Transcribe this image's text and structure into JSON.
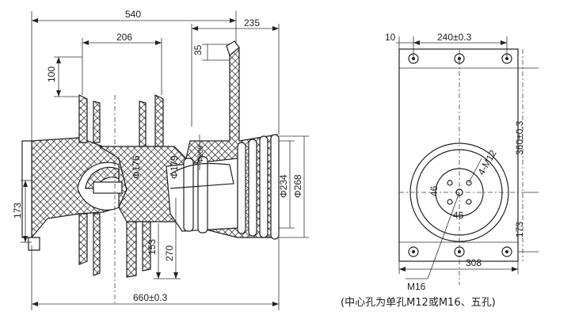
{
  "left_view": {
    "dims": {
      "total_length_top": "540",
      "right_offset": "235",
      "inner_width": "206",
      "top_height": "35",
      "flange_height": "100",
      "dia_176": "Φ176",
      "dia_179": "Φ179",
      "dia_209": "Φ209",
      "dia_234": "Φ234",
      "dia_268": "Φ268",
      "left_height": "173",
      "bottom_153": "153",
      "bottom_270": "270",
      "total_length_bottom": "660±0.3"
    }
  },
  "right_view": {
    "dims": {
      "edge_10": "10",
      "hole_spacing": "240±0.3",
      "height_360": "360±0.3",
      "height_173": "173",
      "width_308": "308",
      "holes_label": "4-M12",
      "small_46_v": "46",
      "small_46_h": "46",
      "center_hole": "M16"
    },
    "note": "(中心孔为单孔M12或M16、五孔)"
  }
}
